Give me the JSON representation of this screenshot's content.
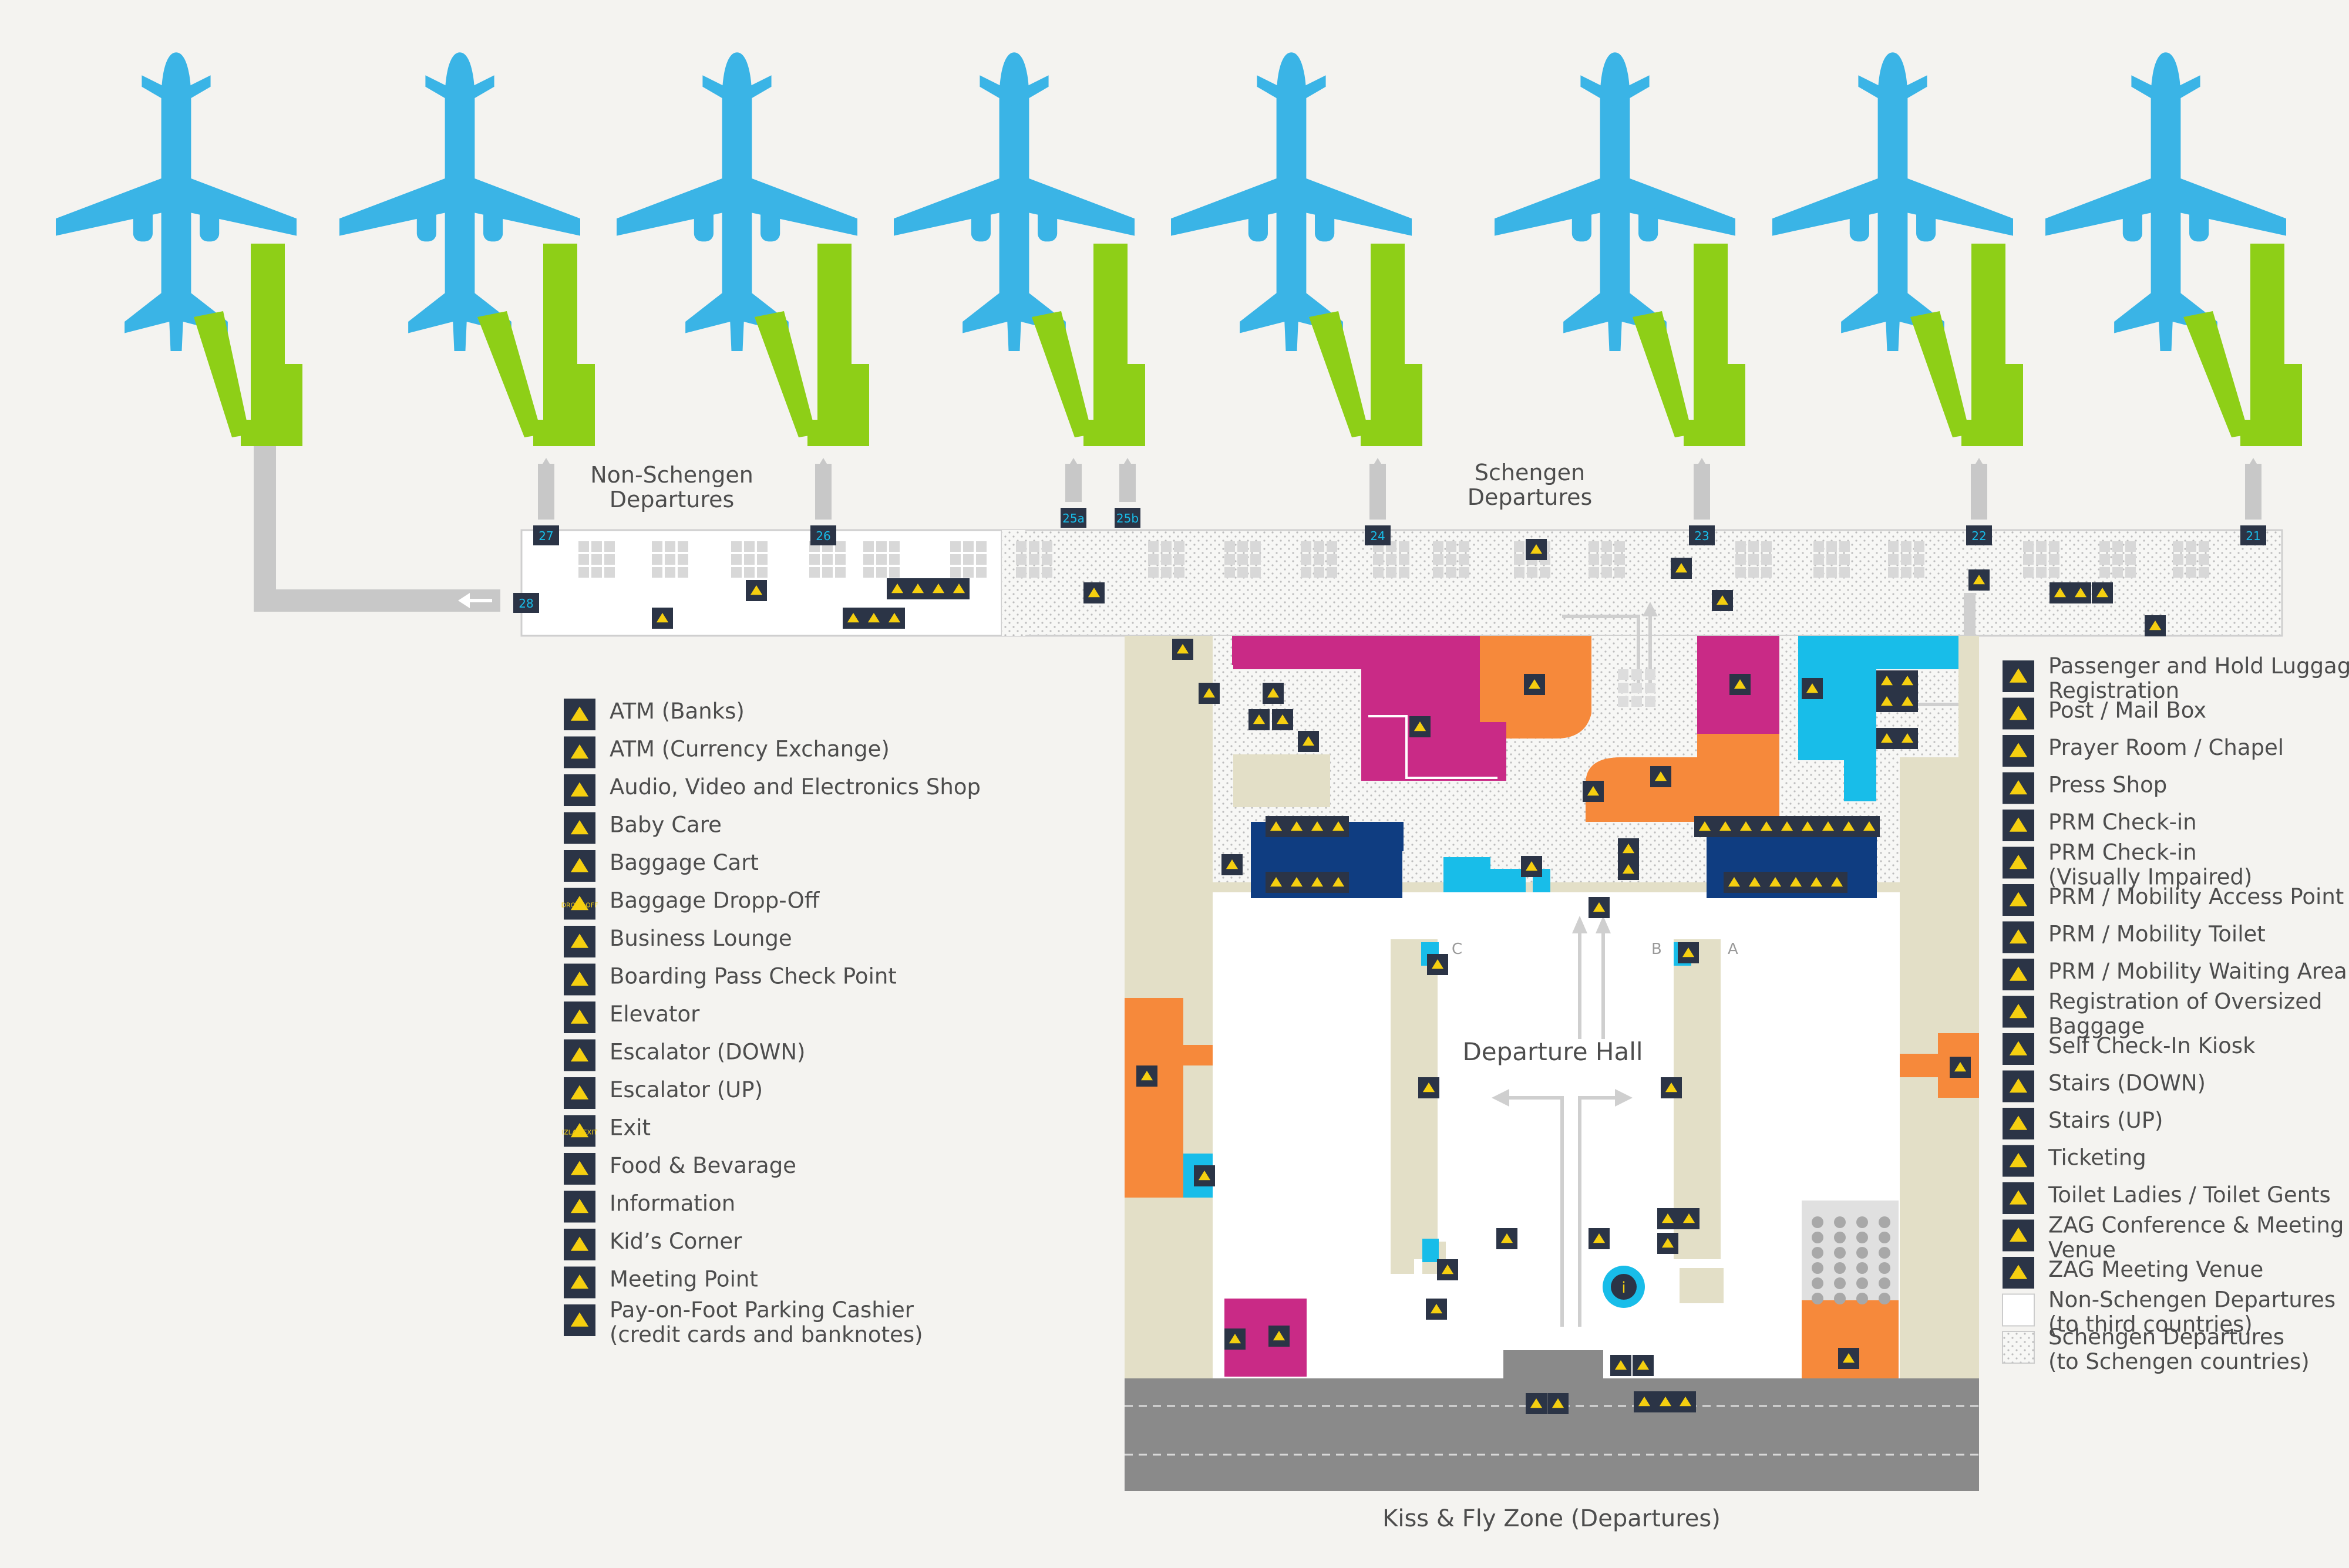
{
  "colors": {
    "background": "#f4f3f0",
    "plane": "#3ab4e6",
    "jet_bridge": "#8ecf17",
    "corridor_gray": "#c8c8c8",
    "sand_zone": "#e3dfc7",
    "magenta_shop": "#c92a86",
    "orange_food": "#f6893b",
    "cyan_area": "#18bde9",
    "navy_toilets": "#0f3d81",
    "icon_box": "#2b3446",
    "icon_glyph": "#f5cf10",
    "road": "#8a8a8a",
    "text": "#4d4d4d"
  },
  "map": {
    "non_schengen_label": "Non-Schengen\nDepartures",
    "schengen_label": "Schengen\nDepartures",
    "departure_hall_label": "Departure Hall",
    "kiss_fly_label": "Kiss & Fly Zone (Departures)",
    "gates": [
      "27",
      "26",
      "25a",
      "25b",
      "24",
      "23",
      "22",
      "21",
      "28"
    ],
    "counter_letters": [
      "C",
      "B",
      "A"
    ]
  },
  "legend_left": [
    {
      "icon": "atm-icon",
      "label": "ATM (Banks)"
    },
    {
      "icon": "atm-exchange-icon",
      "label": "ATM (Currency Exchange)"
    },
    {
      "icon": "electronics-icon",
      "label": "Audio, Video and Electronics Shop"
    },
    {
      "icon": "baby-care-icon",
      "label": "Baby Care"
    },
    {
      "icon": "baggage-cart-icon",
      "label": "Baggage Cart"
    },
    {
      "icon": "baggage-drop-icon",
      "label": "Baggage Dropp-Off",
      "badge": "DROPP OFF"
    },
    {
      "icon": "business-lounge-icon",
      "label": "Business Lounge"
    },
    {
      "icon": "boarding-pass-icon",
      "label": "Boarding Pass Check Point"
    },
    {
      "icon": "elevator-icon",
      "label": "Elevator"
    },
    {
      "icon": "escalator-down-icon",
      "label": "Escalator (DOWN)"
    },
    {
      "icon": "escalator-up-icon",
      "label": "Escalator (UP)"
    },
    {
      "icon": "exit-icon",
      "label": "Exit",
      "badge": "IZLAZ EXIT"
    },
    {
      "icon": "food-beverage-icon",
      "label": "Food & Bevarage"
    },
    {
      "icon": "information-icon",
      "label": "Information"
    },
    {
      "icon": "kids-corner-icon",
      "label": "Kid’s Corner"
    },
    {
      "icon": "meeting-point-icon",
      "label": "Meeting Point"
    },
    {
      "icon": "parking-cashier-icon",
      "label": "Pay-on-Foot Parking Cashier\n(credit cards and banknotes)"
    }
  ],
  "legend_right": [
    {
      "icon": "luggage-registration-icon",
      "label": "Passenger and Hold Luggage\nRegistration"
    },
    {
      "icon": "post-mailbox-icon",
      "label": "Post / Mail Box"
    },
    {
      "icon": "prayer-room-icon",
      "label": "Prayer Room / Chapel"
    },
    {
      "icon": "press-shop-icon",
      "label": "Press Shop"
    },
    {
      "icon": "prm-checkin-icon",
      "label": "PRM Check-in"
    },
    {
      "icon": "prm-visually-impaired-icon",
      "label": "PRM Check-in\n(Visually Impaired)"
    },
    {
      "icon": "prm-access-point-icon",
      "label": "PRM / Mobility Access Point"
    },
    {
      "icon": "prm-toilet-icon",
      "label": "PRM / Mobility Toilet"
    },
    {
      "icon": "prm-waiting-area-icon",
      "label": "PRM / Mobility Waiting Area"
    },
    {
      "icon": "oversized-baggage-icon",
      "label": "Registration of Oversized\nBaggage"
    },
    {
      "icon": "self-checkin-kiosk-icon",
      "label": "Self Check-In Kiosk"
    },
    {
      "icon": "stairs-down-icon",
      "label": "Stairs (DOWN)"
    },
    {
      "icon": "stairs-up-icon",
      "label": "Stairs (UP)"
    },
    {
      "icon": "ticketing-icon",
      "label": "Ticketing"
    },
    {
      "icon": "toilets-icon",
      "label": "Toilet Ladies / Toilet Gents"
    },
    {
      "icon": "conference-venue-icon",
      "label": "ZAG Conference & Meeting\nVenue"
    },
    {
      "icon": "meeting-venue-icon",
      "label": "ZAG Meeting Venue"
    },
    {
      "icon": "non-schengen-swatch",
      "label": "Non-Schengen Departures\n(to third countries)"
    },
    {
      "icon": "schengen-swatch",
      "label": "Schengen Departures\n(to Schengen countries)"
    }
  ]
}
